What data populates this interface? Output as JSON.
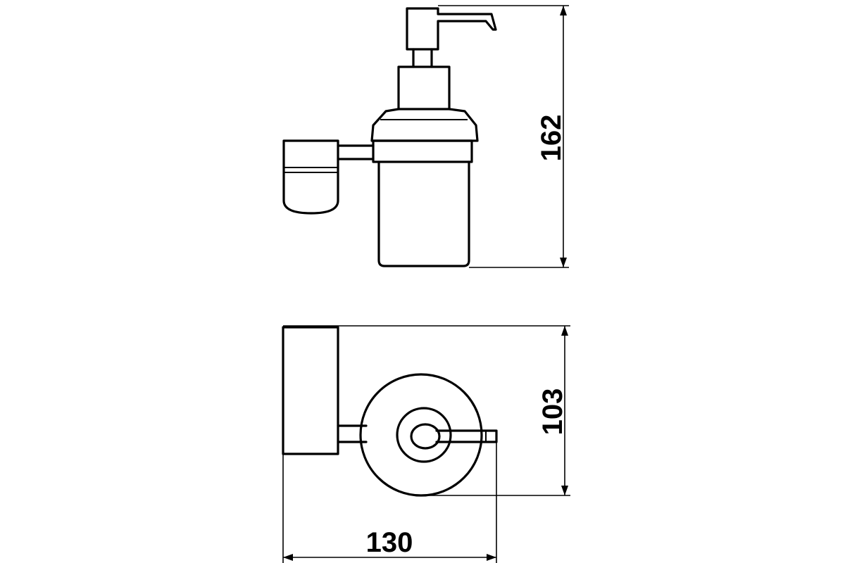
{
  "dimensions": {
    "height": "162",
    "depth": "103",
    "width": "130"
  },
  "colors": {
    "line": "#000000",
    "background": "#ffffff"
  }
}
